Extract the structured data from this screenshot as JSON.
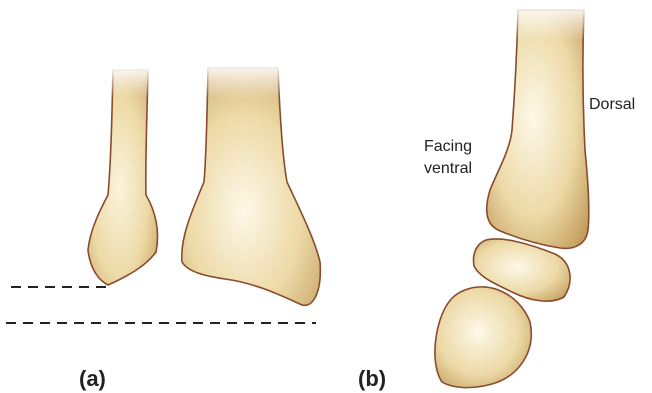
{
  "panels": {
    "a": {
      "label": "(a)"
    },
    "b": {
      "label": "(b)",
      "label_dorsal": "Dorsal",
      "label_ventral_line1": "Facing",
      "label_ventral_line2": "ventral"
    }
  },
  "colors": {
    "bone_light": "#fbf4dc",
    "bone_mid": "#ecd9a6",
    "bone_dark": "#c9a565",
    "outline": "#8a4a2c",
    "dash": "#222222"
  }
}
